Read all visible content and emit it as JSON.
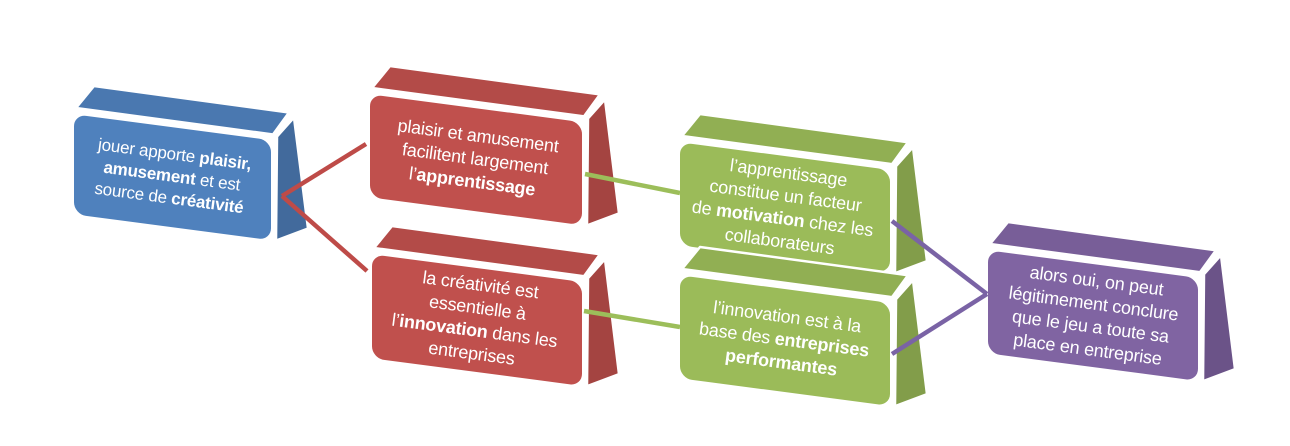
{
  "diagram": {
    "kind": "smartart-3d-process-flow",
    "background": "#ffffff",
    "boxes": [
      {
        "id": "play",
        "text": "jouer apporte plaisir, amusement et est source de créativité",
        "colors": {
          "face": "#4F81BD",
          "top": "#4A78B0",
          "side": "#426A9C"
        },
        "lines": [
          [
            {
              "t": "jouer apporte ",
              "b": false
            },
            {
              "t": "plaisir,",
              "b": true
            }
          ],
          [
            {
              "t": "amusement",
              "b": true
            },
            {
              "t": " et est",
              "b": false
            }
          ],
          [
            {
              "t": "source de ",
              "b": false
            },
            {
              "t": "créativité",
              "b": true
            }
          ]
        ]
      },
      {
        "id": "fun-learning",
        "text": "plaisir et amusement facilitent largement l’apprentissage",
        "colors": {
          "face": "#C0504D",
          "top": "#B34B48",
          "side": "#A44441"
        },
        "lines": [
          [
            {
              "t": "plaisir et amusement",
              "b": false
            }
          ],
          [
            {
              "t": "facilitent largement",
              "b": false
            }
          ],
          [
            {
              "t": "l’",
              "b": false
            },
            {
              "t": "apprentissage",
              "b": true
            }
          ]
        ]
      },
      {
        "id": "creativity-innovation",
        "text": "la créativité est essentielle à l’innovation dans les entreprises",
        "colors": {
          "face": "#C0504D",
          "top": "#B34B48",
          "side": "#A44441"
        },
        "lines": [
          [
            {
              "t": "la créativité est",
              "b": false
            }
          ],
          [
            {
              "t": "essentielle à",
              "b": false
            }
          ],
          [
            {
              "t": "l’",
              "b": false
            },
            {
              "t": "innovation",
              "b": true
            },
            {
              "t": " dans les",
              "b": false
            }
          ],
          [
            {
              "t": "entreprises",
              "b": false
            }
          ]
        ]
      },
      {
        "id": "learning-motivation",
        "text": "l’apprentissage constitue un facteur de motivation chez les collaborateurs",
        "colors": {
          "face": "#9BBB59",
          "top": "#91AF53",
          "side": "#829D4A"
        },
        "lines": [
          [
            {
              "t": "l’apprentissage",
              "b": false
            }
          ],
          [
            {
              "t": "constitue un facteur",
              "b": false
            }
          ],
          [
            {
              "t": "de ",
              "b": false
            },
            {
              "t": "motivation",
              "b": true
            },
            {
              "t": " chez les",
              "b": false
            }
          ],
          [
            {
              "t": "collaborateurs",
              "b": false
            }
          ]
        ]
      },
      {
        "id": "innovation-performance",
        "text": "l’innovation est à la base des entreprises performantes",
        "colors": {
          "face": "#9BBB59",
          "top": "#91AF53",
          "side": "#829D4A"
        },
        "lines": [
          [
            {
              "t": "l’innovation est à la",
              "b": false
            }
          ],
          [
            {
              "t": "base des ",
              "b": false
            },
            {
              "t": "entreprises",
              "b": true
            }
          ],
          [
            {
              "t": "performantes",
              "b": true
            }
          ]
        ]
      },
      {
        "id": "conclusion",
        "text": "alors oui, on peut légitimement conclure que le jeu a toute sa place en entreprise",
        "colors": {
          "face": "#8064A2",
          "top": "#785E98",
          "side": "#6B5388"
        },
        "lines": [
          [
            {
              "t": "alors oui, on peut",
              "b": false
            }
          ],
          [
            {
              "t": "légitimement conclure",
              "b": false
            }
          ],
          [
            {
              "t": "que le jeu a toute sa",
              "b": false
            }
          ],
          [
            {
              "t": "place en entreprise",
              "b": false
            }
          ]
        ]
      }
    ],
    "connectors": [
      {
        "from": "play",
        "to": "fun-learning",
        "color": "#BE4B48"
      },
      {
        "from": "play",
        "to": "creativity-innovation",
        "color": "#BE4B48"
      },
      {
        "from": "fun-learning",
        "to": "learning-motivation",
        "color": "#9CBE5A"
      },
      {
        "from": "creativity-innovation",
        "to": "innovation-performance",
        "color": "#9CBE5A"
      },
      {
        "from": "learning-motivation",
        "to": "conclusion",
        "color": "#7A63A5"
      },
      {
        "from": "innovation-performance",
        "to": "conclusion",
        "color": "#7A63A5"
      }
    ]
  }
}
